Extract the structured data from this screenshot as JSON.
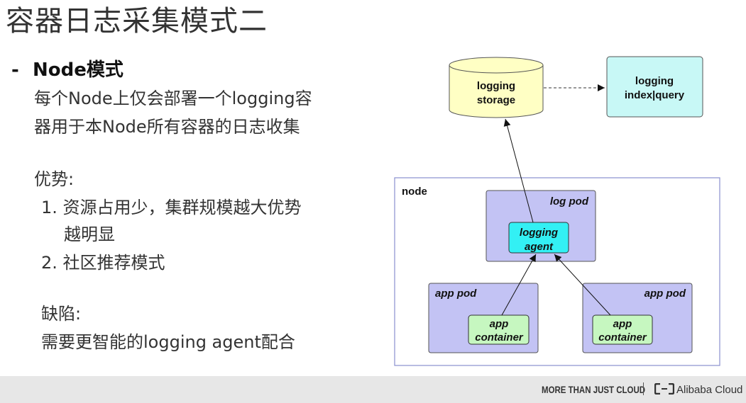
{
  "title": "容器日志采集模式二",
  "bullet": {
    "dash": "-",
    "heading": "Node模式"
  },
  "description": [
    "每个Node上仅会部署一个logging容",
    "器用于本Node所有容器的日志收集"
  ],
  "advantages": {
    "label": "优势:",
    "items": [
      "1. 资源占用少，集群规模越大优势",
      "越明显",
      "2. 社区推荐模式"
    ]
  },
  "drawbacks": {
    "label": "缺陷:",
    "text": "需要更智能的logging agent配合"
  },
  "diagram": {
    "storage": [
      "logging",
      "storage"
    ],
    "index": [
      "logging",
      "index|query"
    ],
    "node_label": "node",
    "log_pod_label": "log pod",
    "agent": [
      "logging",
      "agent"
    ],
    "app_pod_left_label": "app pod",
    "app_pod_right_label": "app pod",
    "container_left": [
      "app",
      "container"
    ],
    "container_right": [
      "app",
      "container"
    ],
    "colors": {
      "storage": "#ffffc4",
      "index": "#c8f8f6",
      "pod": "#c3c3f4",
      "agent": "#33f0f4",
      "container": "#c6f7c0",
      "node_border": "#8a8fcf"
    }
  },
  "footer": {
    "tagline": "MORE THAN JUST CLOUD",
    "brand": "Alibaba Cloud",
    "logo_icon": "alibaba-cloud-logo-icon"
  }
}
